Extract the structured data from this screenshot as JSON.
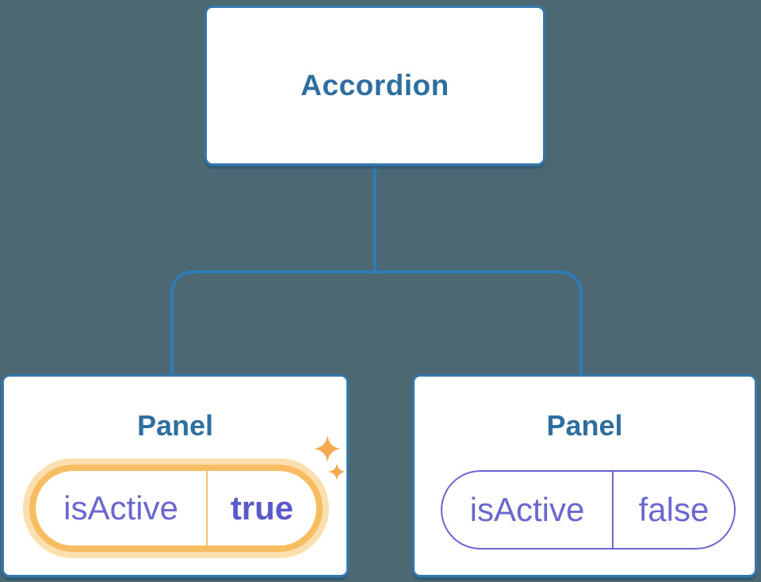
{
  "diagram": {
    "root": {
      "label": "Accordion"
    },
    "panels": [
      {
        "title": "Panel",
        "prop": "isActive",
        "value": "true",
        "highlighted": true
      },
      {
        "title": "Panel",
        "prop": "isActive",
        "value": "false",
        "highlighted": false
      }
    ]
  },
  "colors": {
    "background": "#4c6872",
    "connector_blue": "#2e7cb6",
    "node_border_blue": "#3478ad",
    "node_fill": "#ffffff",
    "title_blue": "#2f6f9f",
    "state_purple": "#6a68ce",
    "state_value_purple": "#5b59cb",
    "highlight_orange": "#f8bc61",
    "highlight_halo": "#fbdfae",
    "sparkle_orange": "#f4a94e"
  }
}
